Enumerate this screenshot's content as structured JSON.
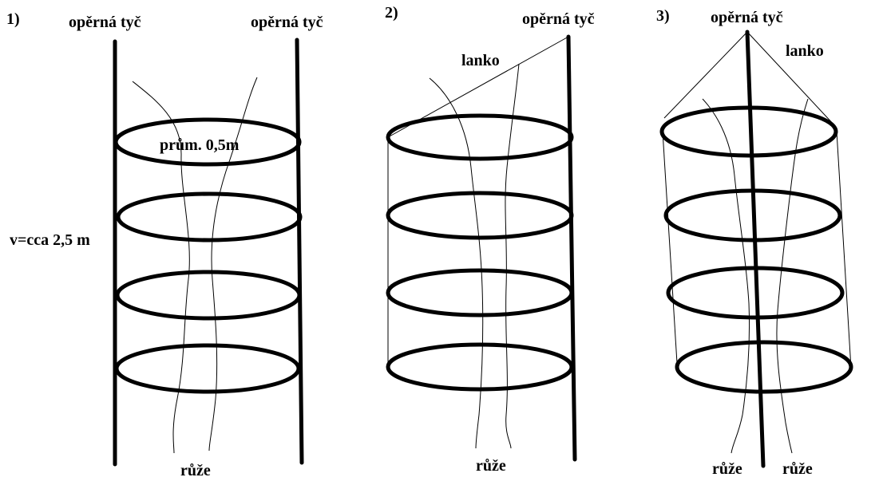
{
  "panels": [
    {
      "number": "1)",
      "pole_labels": [
        "opěrná tyč",
        "opěrná tyč"
      ],
      "diameter_label": "prům. 0,5m",
      "height_label": "v=cca 2,5 m",
      "rose_labels": [
        "růže"
      ]
    },
    {
      "number": "2)",
      "pole_labels": [
        "opěrná tyč"
      ],
      "cable_label": "lanko",
      "rose_labels": [
        "růže"
      ]
    },
    {
      "number": "3)",
      "pole_labels": [
        "opěrná tyč"
      ],
      "cable_label": "lanko",
      "rose_labels": [
        "růže",
        "růže"
      ]
    }
  ]
}
